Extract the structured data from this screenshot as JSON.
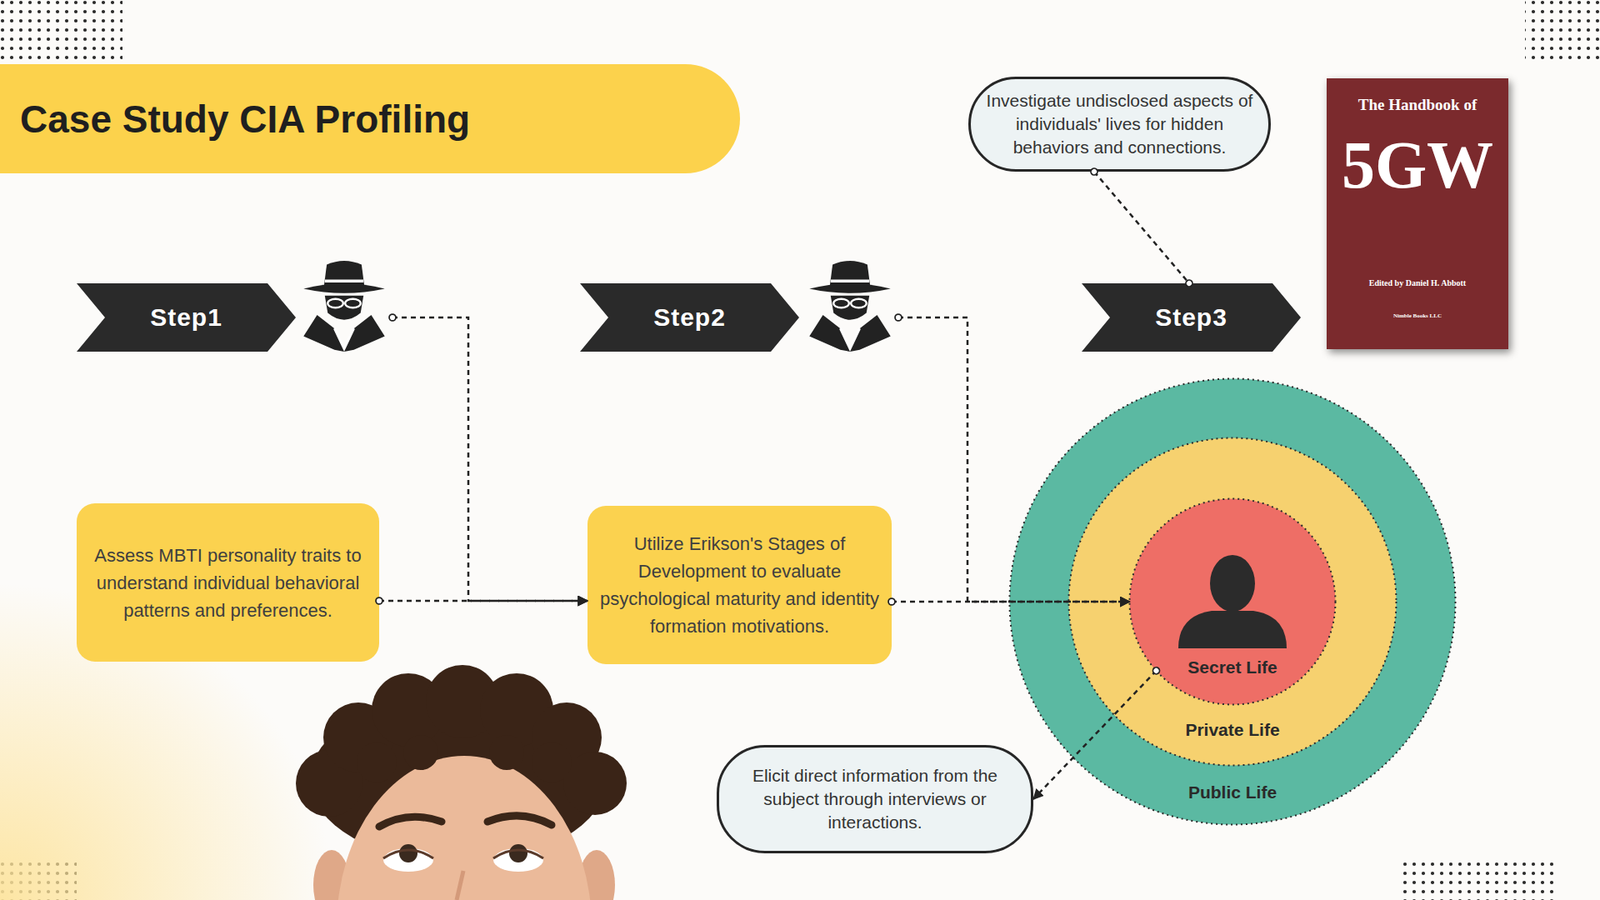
{
  "diagram": {
    "title": "Case Study CIA Profiling",
    "nodes": [
      {
        "text": [
          "Step1"
        ]
      },
      {
        "text": [
          "Step2"
        ]
      },
      {
        "text": [
          "Investigate undisclosed aspects of individuals' lives for hidden behaviors and connections."
        ]
      },
      {
        "text": [
          "Step3"
        ]
      },
      {
        "text": [
          "The Handbook of",
          "5GW",
          "Edited by Daniel H. Abbott",
          "Nimble Books LLC"
        ]
      },
      {
        "text": [
          "Assess MBTI personality traits to understand individual behavioral patterns and preferences."
        ]
      },
      {
        "text": [
          "Utilize Erikson's Stages of Development to evaluate psychological maturity and identity formation motivations."
        ]
      },
      {
        "text": [
          "Public Life"
        ]
      },
      {
        "text": [
          "Private Life"
        ],
        "in": 7
      },
      {
        "text": [
          "Secret Life"
        ],
        "in": 8
      },
      {
        "text": [
          "Elicit direct information from the subject through interviews or interactions."
        ]
      }
    ],
    "edges": [
      {
        "from": 0,
        "to": 6,
        "arrow": "to"
      },
      {
        "from": 5,
        "to": 6,
        "arrow": "to"
      },
      {
        "from": 1,
        "to": 9,
        "arrow": "to"
      },
      {
        "from": 6,
        "to": 9,
        "arrow": "to"
      },
      {
        "from": 2,
        "to": 3,
        "arrow": "none"
      },
      {
        "from": 9,
        "to": 10,
        "arrow": "to"
      }
    ]
  }
}
